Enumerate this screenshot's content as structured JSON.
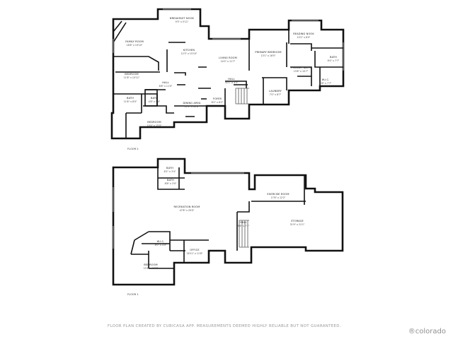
{
  "floor1": {
    "label": "FLOOR 2",
    "rooms": [
      {
        "name": "BREAKFAST NOOK",
        "dims": "9'3\" x 5'11\""
      },
      {
        "name": "FAMILY ROOM",
        "dims": "18'6\" x 19'10\""
      },
      {
        "name": "KITCHEN",
        "dims": "12'3\" x 15'10\""
      },
      {
        "name": "LIVING ROOM",
        "dims": "14'0\" x 11'7\""
      },
      {
        "name": "PRIMARY BEDROOM",
        "dims": "13'1\" x 16'5\""
      },
      {
        "name": "READING NOOK",
        "dims": "10'2\" x 8'0\""
      },
      {
        "name": "BATH",
        "dims": "8'4\" x 7'7\""
      },
      {
        "name": "PRIMARY BATH",
        "dims": "13'8\" x 10'7\""
      },
      {
        "name": "W.I.C.",
        "dims": "8'8\" x 7'7\""
      },
      {
        "name": "BEDROOM",
        "dims": "11'8\" x 10'11\""
      },
      {
        "name": "HALL",
        "dims": "8'8\" x 11'0\""
      },
      {
        "name": "HALL",
        "dims": "30'2\" x 4'3\""
      },
      {
        "name": "LAUNDRY",
        "dims": "7'0\" x 8'7\""
      },
      {
        "name": "BATH",
        "dims": "11'8\" x 8'0\""
      },
      {
        "name": "BATH",
        "dims": "4'8\" x 5'0\""
      },
      {
        "name": "DINING AREA",
        "dims": "11'8\" x 12'8\""
      },
      {
        "name": "FOYER",
        "dims": "8'2\" x 8'2\""
      },
      {
        "name": "BEDROOM",
        "dims": "10'4\" x 15'0\""
      }
    ]
  },
  "floor2": {
    "label": "FLOOR 1",
    "rooms": [
      {
        "name": "BATH",
        "dims": "8'2\" x 3'4\""
      },
      {
        "name": "BATH",
        "dims": "8'8\" x 3'0\""
      },
      {
        "name": "RECREATION ROOM",
        "dims": "47'8\" x 29'0\""
      },
      {
        "name": "EXERCISE ROOM",
        "dims": "17'8\" x 12'2\""
      },
      {
        "name": "HALL",
        "dims": "9'8\" x 7'1\""
      },
      {
        "name": "STORAGE",
        "dims": "31'9\" x 21'1\""
      },
      {
        "name": "W.I.C.",
        "dims": "8'0\" x 4'0\""
      },
      {
        "name": "OFFICE",
        "dims": "16'11\" x 11'8\""
      },
      {
        "name": "BEDROOM",
        "dims": "15'4\" x 10'8\""
      }
    ]
  },
  "footer": "FLOOR PLAN CREATED BY CUBICASA APP. MEASUREMENTS DEEMED HIGHLY RELIABLE BUT NOT GUARANTEED.",
  "brand": "®colorado"
}
